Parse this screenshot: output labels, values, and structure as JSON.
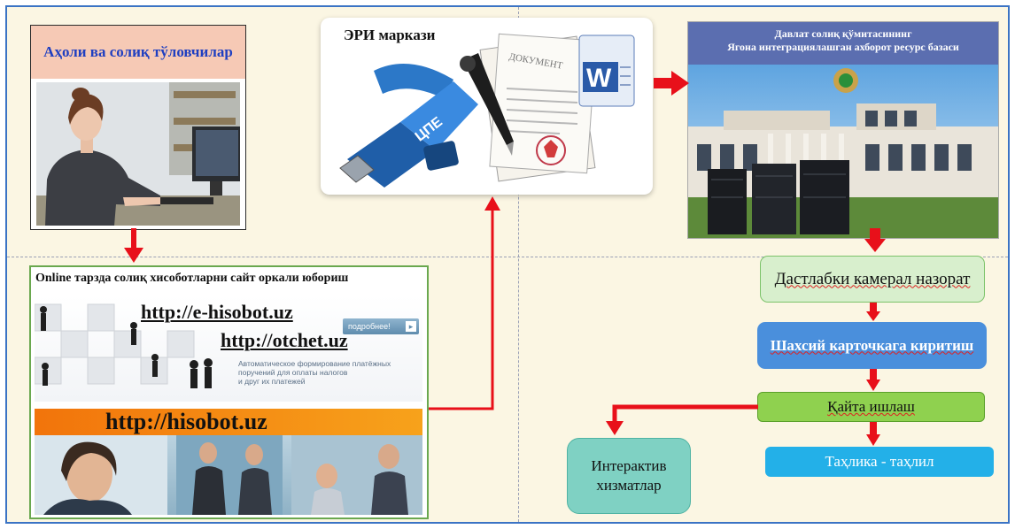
{
  "residents": {
    "title": "Аҳоли ва солиқ тўловчилар"
  },
  "eri": {
    "title": "ЭРИ маркази",
    "document_label": "ДОКУМЕНТ",
    "usb_label": "ЦПЕ"
  },
  "tax_db": {
    "title_line1": "Давлат солиқ қўмитасининг",
    "title_line2": "Ягона интеграциялашган ахборот ресурс базаси"
  },
  "online": {
    "title": "Online тарзда солиқ хисоботларни сайт оркали юбориш",
    "url1": "http://e-hisobot.uz",
    "url2": "http://otchet.uz",
    "more_button": "подробнее!",
    "caption_lines": [
      "Автоматическое формирование платёжных",
      "поручений для оплаты налогов",
      "и друг их платежей"
    ],
    "url3": "http://hisobot.uz"
  },
  "flow": {
    "step1": "Дастлабки камерал назорат",
    "step2": "Шахсий карточкага киритиш",
    "step3": "Қайта ишлаш",
    "step4": "Таҳлика - таҳлил",
    "interactive": "Интерактив хизматлар"
  },
  "colors": {
    "arrow": "#e8101a",
    "frame": "#3b73c4",
    "background": "#fbf6e3"
  }
}
